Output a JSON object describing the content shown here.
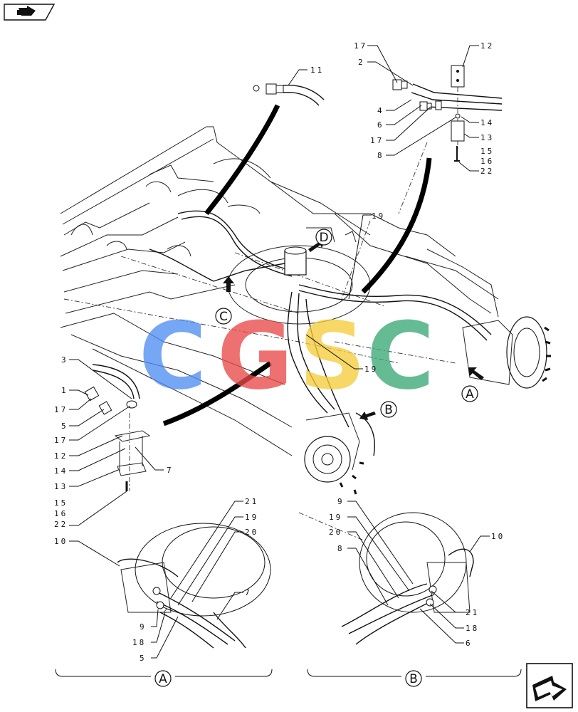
{
  "diagram": {
    "callouts_top_right": [
      "17",
      "2",
      "4",
      "6",
      "17",
      "8",
      "12",
      "14",
      "13",
      "15",
      "16",
      "22"
    ],
    "callouts_top": [
      "11",
      "19"
    ],
    "callouts_left": [
      "3",
      "1",
      "17",
      "5",
      "17",
      "12",
      "14",
      "13",
      "15",
      "16",
      "22",
      "7"
    ],
    "callouts_mid": [
      "19"
    ],
    "callouts_bottom_left": [
      "21",
      "19",
      "20",
      "10",
      "7",
      "9",
      "18",
      "5"
    ],
    "callouts_bottom_right": [
      "9",
      "19",
      "20",
      "8",
      "10",
      "21",
      "18",
      "6"
    ],
    "view_letters": [
      "D",
      "C",
      "A",
      "B"
    ],
    "section_labels": [
      "A",
      "B"
    ]
  },
  "watermark": {
    "letters": [
      "C",
      "G",
      "S",
      "C"
    ],
    "colors": [
      "#4f8ff2",
      "#ea4a4a",
      "#f5cc3c",
      "#3aa877"
    ]
  },
  "nav": {
    "prev_icon": "left-arrow-tab-icon",
    "next_icon": "right-arrow-box-icon"
  }
}
